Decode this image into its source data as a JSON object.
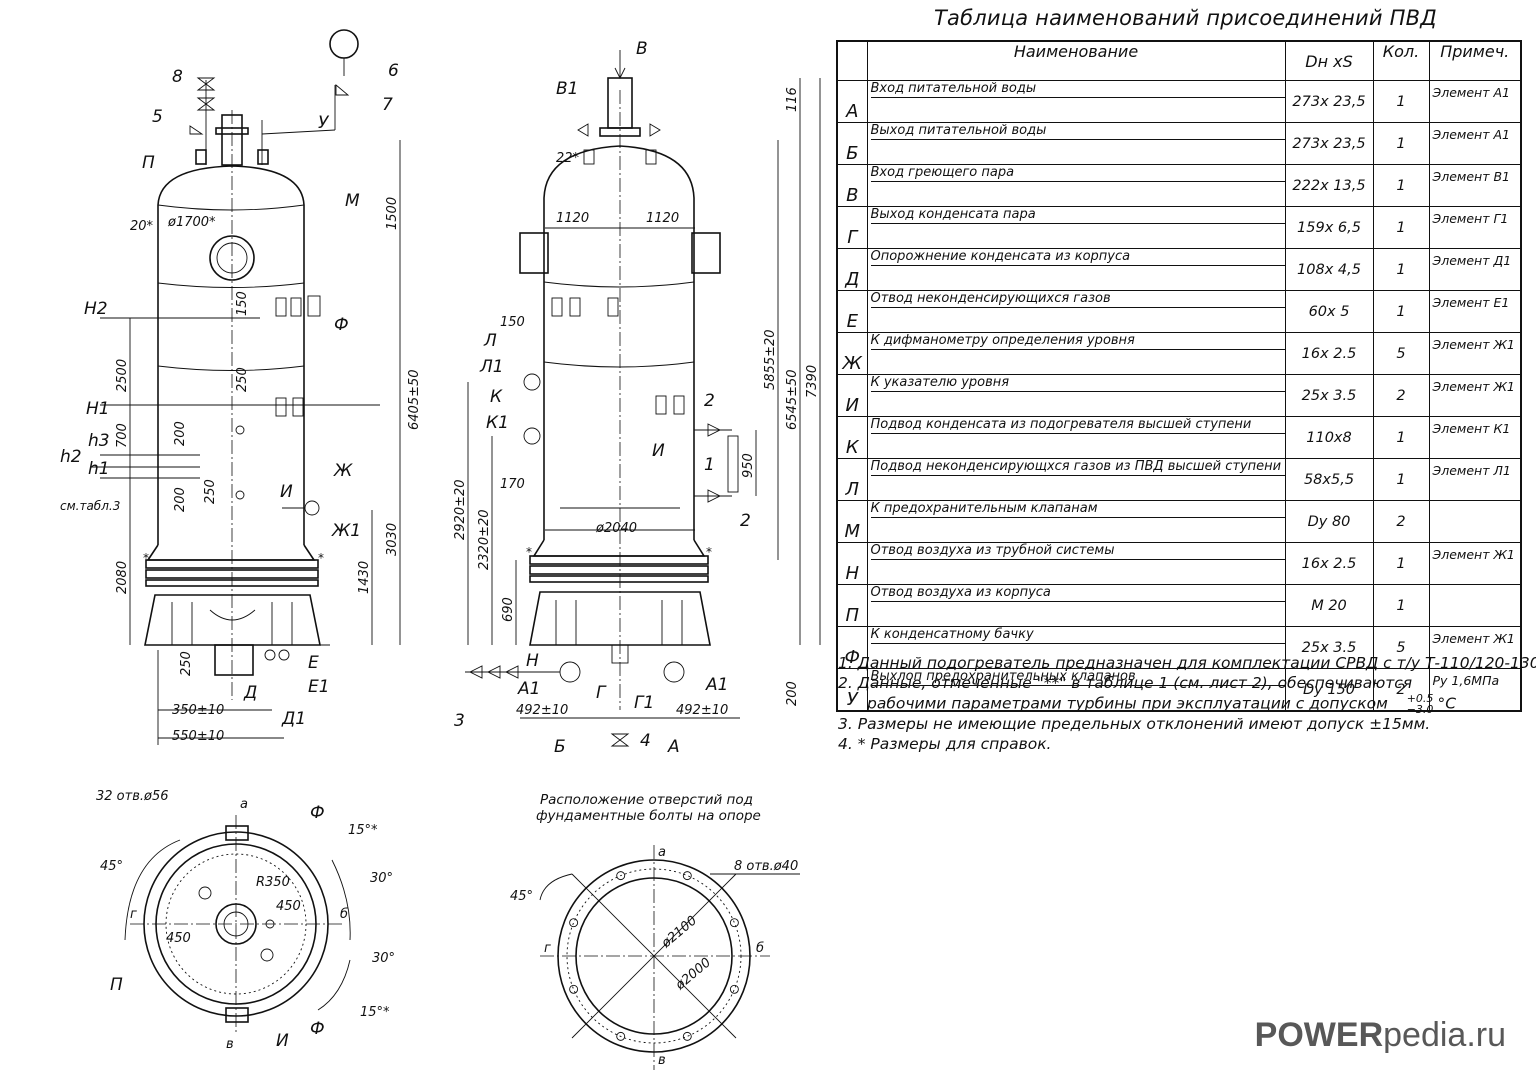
{
  "table": {
    "title": "Таблица наименований присоединений ПВД",
    "headers": [
      "",
      "Наименование",
      "Dн xS",
      "Кол.",
      "Примеч."
    ],
    "rows": [
      {
        "code": "А",
        "name": "Вход питательной воды",
        "size": "273x 23,5",
        "qty": "1",
        "note": "Элемент А1"
      },
      {
        "code": "Б",
        "name": "Выход питательной воды",
        "size": "273x 23,5",
        "qty": "1",
        "note": "Элемент А1"
      },
      {
        "code": "В",
        "name": "Вход греющего пара",
        "size": "222x 13,5",
        "qty": "1",
        "note": "Элемент В1"
      },
      {
        "code": "Г",
        "name": "Выход конденсата пара",
        "size": "159x 6,5",
        "qty": "1",
        "note": "Элемент Г1"
      },
      {
        "code": "Д",
        "name": "Опорожнение конденсата из корпуса",
        "size": "108x 4,5",
        "qty": "1",
        "note": "Элемент Д1"
      },
      {
        "code": "Е",
        "name": "Отвод неконденсирующихся газов",
        "size": "60x 5",
        "qty": "1",
        "note": "Элемент Е1"
      },
      {
        "code": "Ж",
        "name": "К дифманометру определения уровня",
        "size": "16x 2.5",
        "qty": "5",
        "note": "Элемент Ж1"
      },
      {
        "code": "И",
        "name": "К указателю уровня",
        "size": "25x 3.5",
        "qty": "2",
        "note": "Элемент Ж1"
      },
      {
        "code": "К",
        "name": "Подвод конденсата из подогревателя высшей ступени",
        "size": "110x8",
        "qty": "1",
        "note": "Элемент К1"
      },
      {
        "code": "Л",
        "name": "Подвод неконденсирующхся газов из ПВД высшей ступени",
        "size": "58x5,5",
        "qty": "1",
        "note": "Элемент Л1"
      },
      {
        "code": "М",
        "name": "К предохранительным клапанам",
        "size": "Dy 80",
        "qty": "2",
        "note": ""
      },
      {
        "code": "Н",
        "name": "Отвод воздуха из трубной системы",
        "size": "16x 2.5",
        "qty": "1",
        "note": "Элемент Ж1"
      },
      {
        "code": "П",
        "name": "Отвод воздуха из корпуса",
        "size": "М 20",
        "qty": "1",
        "note": ""
      },
      {
        "code": "Ф",
        "name": "К конденсатному бачку",
        "size": "25x 3.5",
        "qty": "5",
        "note": "Элемент Ж1"
      },
      {
        "code": "У",
        "name": "Выхлоп предохранительных клапанов",
        "size": "Dy 150",
        "qty": "2",
        "note": "Ру 1,6МПа"
      }
    ]
  },
  "notes": {
    "n1": "1. Данный подогреватель предназначен для комплектации СРВД с т/у Т-110/120-130.",
    "n2a": "2. Данные, отмеченные \"**\" в таблице 1 (см. лист 2), обеспечиваются",
    "n2b": "рабочими параметрами турбины при эксплуатации с допуском",
    "n2tol_plus": "+0.5",
    "n2tol_minus": "−3.0",
    "n2unit": "°С",
    "n3": "3. Размеры не имеющие предельных отклонений имеют допуск ±15мм.",
    "n4": "4. * Размеры для справок."
  },
  "left_view": {
    "callouts": {
      "c8": "8",
      "c5": "5",
      "c6": "6",
      "c7": "7",
      "cU": "У",
      "cP": "П",
      "cM": "М",
      "cF": "Ф",
      "cI": "И",
      "cZh": "Ж",
      "cZh1": "Ж1",
      "cE": "Е",
      "cE1": "Е1",
      "cD": "Д",
      "cD1": "Д1",
      "cH2": "Н2",
      "cH1": "Н1",
      "ch3": "h3",
      "ch2": "h2",
      "ch1": "h1",
      "tabl": "см.табл.3"
    },
    "dims": {
      "d20": "20*",
      "dia1700": "ø1700*",
      "d1500": "1500",
      "d150": "150",
      "d2500": "2500",
      "d250a": "250",
      "d700": "700",
      "d200a": "200",
      "d200b": "200",
      "d250b": "250",
      "d2080": "2080",
      "d3030": "3030",
      "d1430": "1430",
      "d6405": "6405±50",
      "d250c": "250",
      "d350": "350±10",
      "d550": "550±10"
    }
  },
  "mid_view": {
    "callouts": {
      "cB": "В",
      "cB1": "В1",
      "cL": "Л",
      "cL1": "Л1",
      "cK": "К",
      "cK1": "К1",
      "cI": "И",
      "c1": "1",
      "c2a": "2",
      "c2b": "2",
      "cN": "Н",
      "cA1a": "А1",
      "cA1b": "А1",
      "cG": "Г",
      "cG1": "Г1",
      "cBb": "Б",
      "cA": "А",
      "c3": "3",
      "c4": "4"
    },
    "dims": {
      "d22": "22*",
      "d1120a": "1120",
      "d1120b": "1120",
      "d116": "116",
      "d5855": "5855±20",
      "d6545": "6545±50",
      "d7390": "7390",
      "d150": "150",
      "d170": "170",
      "d950": "950",
      "d2040": "ø2040",
      "d2920": "2920±20",
      "d2320": "2320±20",
      "d690": "690",
      "d200": "200",
      "d492a": "492±10",
      "d492b": "492±10"
    }
  },
  "plan_view": {
    "labels": {
      "holes": "32 отв.ø56",
      "a": "а",
      "g": "г",
      "b": "б",
      "v": "в",
      "F1": "Ф",
      "F2": "Ф",
      "I": "И",
      "P": "П",
      "R350": "R350",
      "d450a": "450",
      "d450b": "450",
      "a45": "45°",
      "a15a": "15°*",
      "a30a": "30°",
      "a30b": "30°",
      "a15b": "15°*"
    }
  },
  "bolt_view": {
    "title1": "Расположение отверстий под",
    "title2": "фундаментные болты на опоре",
    "labels": {
      "holes": "8 отв.ø40",
      "a": "а",
      "g": "г",
      "b": "б",
      "v": "в",
      "a45": "45°",
      "d2100": "ø2100",
      "d2000": "ø2000"
    }
  },
  "watermark": {
    "bold": "POWER",
    "rest": "pedia.ru"
  }
}
